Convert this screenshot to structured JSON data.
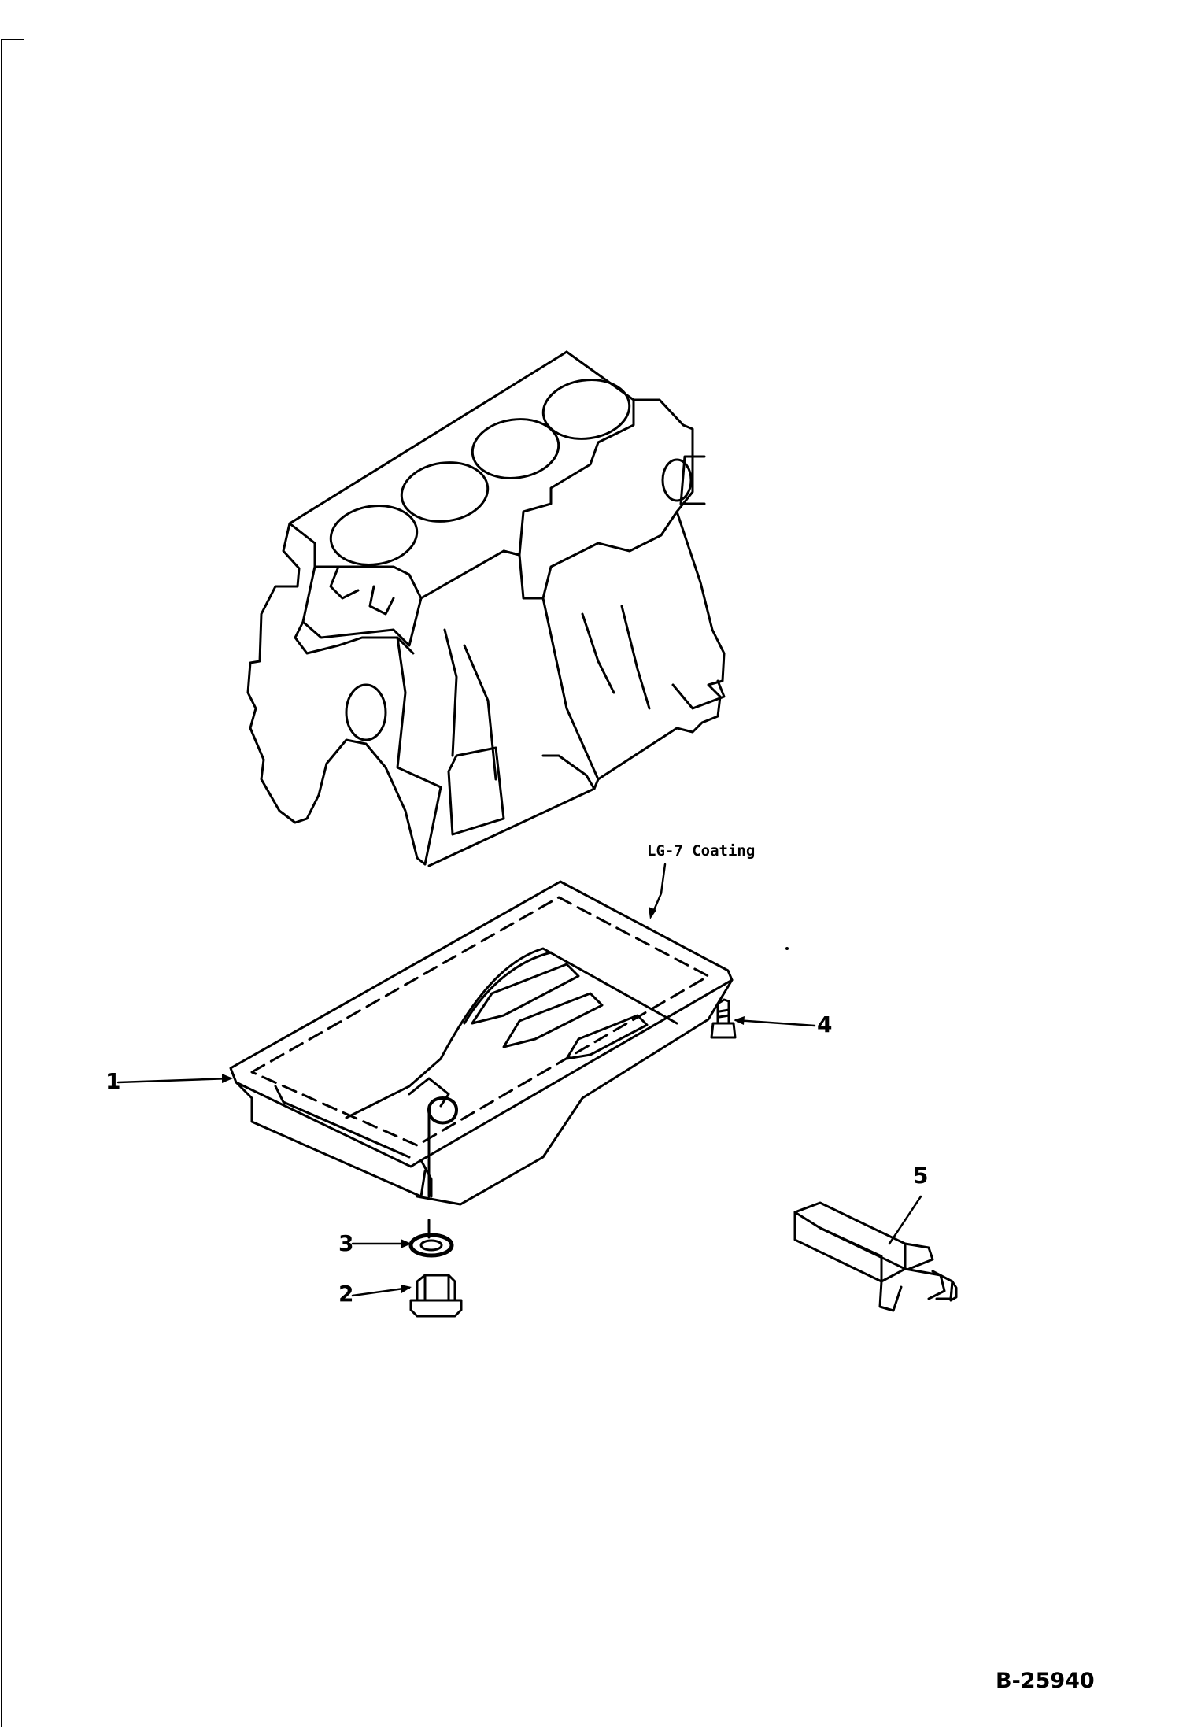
{
  "callouts": {
    "c1": "1",
    "c2": "2",
    "c3": "3",
    "c4": "4",
    "c5": "5"
  },
  "note": "LG-7 Coating",
  "document_number": "B-25940"
}
